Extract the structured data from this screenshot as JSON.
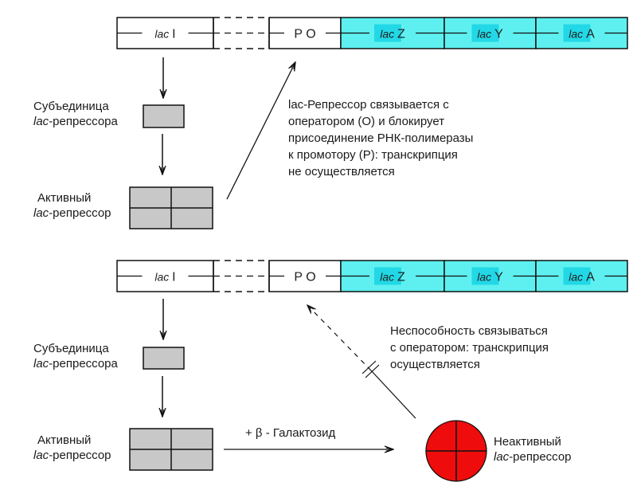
{
  "colors": {
    "gene_fill": "#5ef0f0",
    "gene_label_bg": "#22d8e6",
    "repressor_fill": "#c8c8c8",
    "inactive_repressor": "#ee0c0c",
    "line": "#111111"
  },
  "operon": {
    "segments": [
      {
        "id": "lacI",
        "italic": "lac",
        "name": "I",
        "style": "white"
      },
      {
        "id": "gap",
        "italic": "",
        "name": "",
        "style": "dashed"
      },
      {
        "id": "PO",
        "italic": "",
        "name": "P O",
        "style": "white"
      },
      {
        "id": "lacZ",
        "italic": "lac",
        "name": "Z",
        "style": "cyan"
      },
      {
        "id": "lacY",
        "italic": "lac",
        "name": "Y",
        "style": "cyan"
      },
      {
        "id": "lacA",
        "italic": "lac",
        "name": "A",
        "style": "cyan"
      }
    ]
  },
  "top_panel": {
    "subunit_label_line1": "Субъединица",
    "subunit_label_italic": "lac",
    "subunit_label_line2_rest": "-репрессора",
    "active_label_line1": "Активный",
    "active_label_italic": "lac",
    "active_label_line2_rest": "-репрессор",
    "description": [
      "lac-Репрессор связывается с",
      "оператором (О) и блокирует",
      "присоединение РНК-полимеразы",
      "к промотору (Р): транскрипция",
      "не осуществляется"
    ]
  },
  "bottom_panel": {
    "subunit_label_line1": "Субъединица",
    "subunit_label_italic": "lac",
    "subunit_label_line2_rest": "-репрессора",
    "active_label_line1": "Активный",
    "active_label_italic": "lac",
    "active_label_line2_rest": "-репрессор",
    "inducer_label": "+ β - Галактозид",
    "inactive_label_line1": "Неактивный",
    "inactive_label_italic": "lac",
    "inactive_label_line2_rest": "-репрессор",
    "description": [
      "Неспособность связываться",
      "с оператором: транскрипция",
      "осуществляется"
    ]
  }
}
